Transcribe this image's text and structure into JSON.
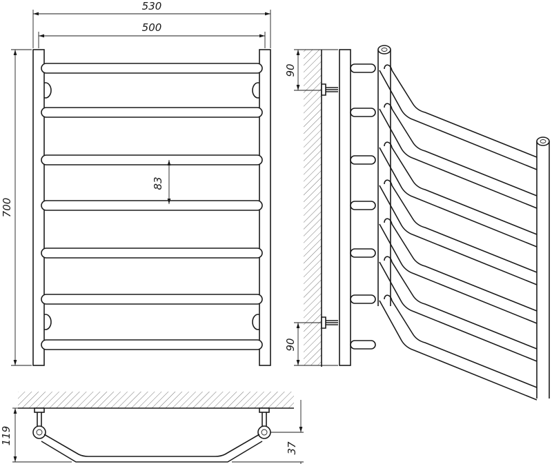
{
  "dimensions": {
    "overall_width": "530",
    "bar_width": "500",
    "height": "700",
    "bar_spacing": "83",
    "top_mount_offset": "90",
    "bottom_mount_offset": "90",
    "wall_depth": "119",
    "bend_depth": "37"
  },
  "colors": {
    "line": "#1a1a1a",
    "background": "#ffffff"
  }
}
